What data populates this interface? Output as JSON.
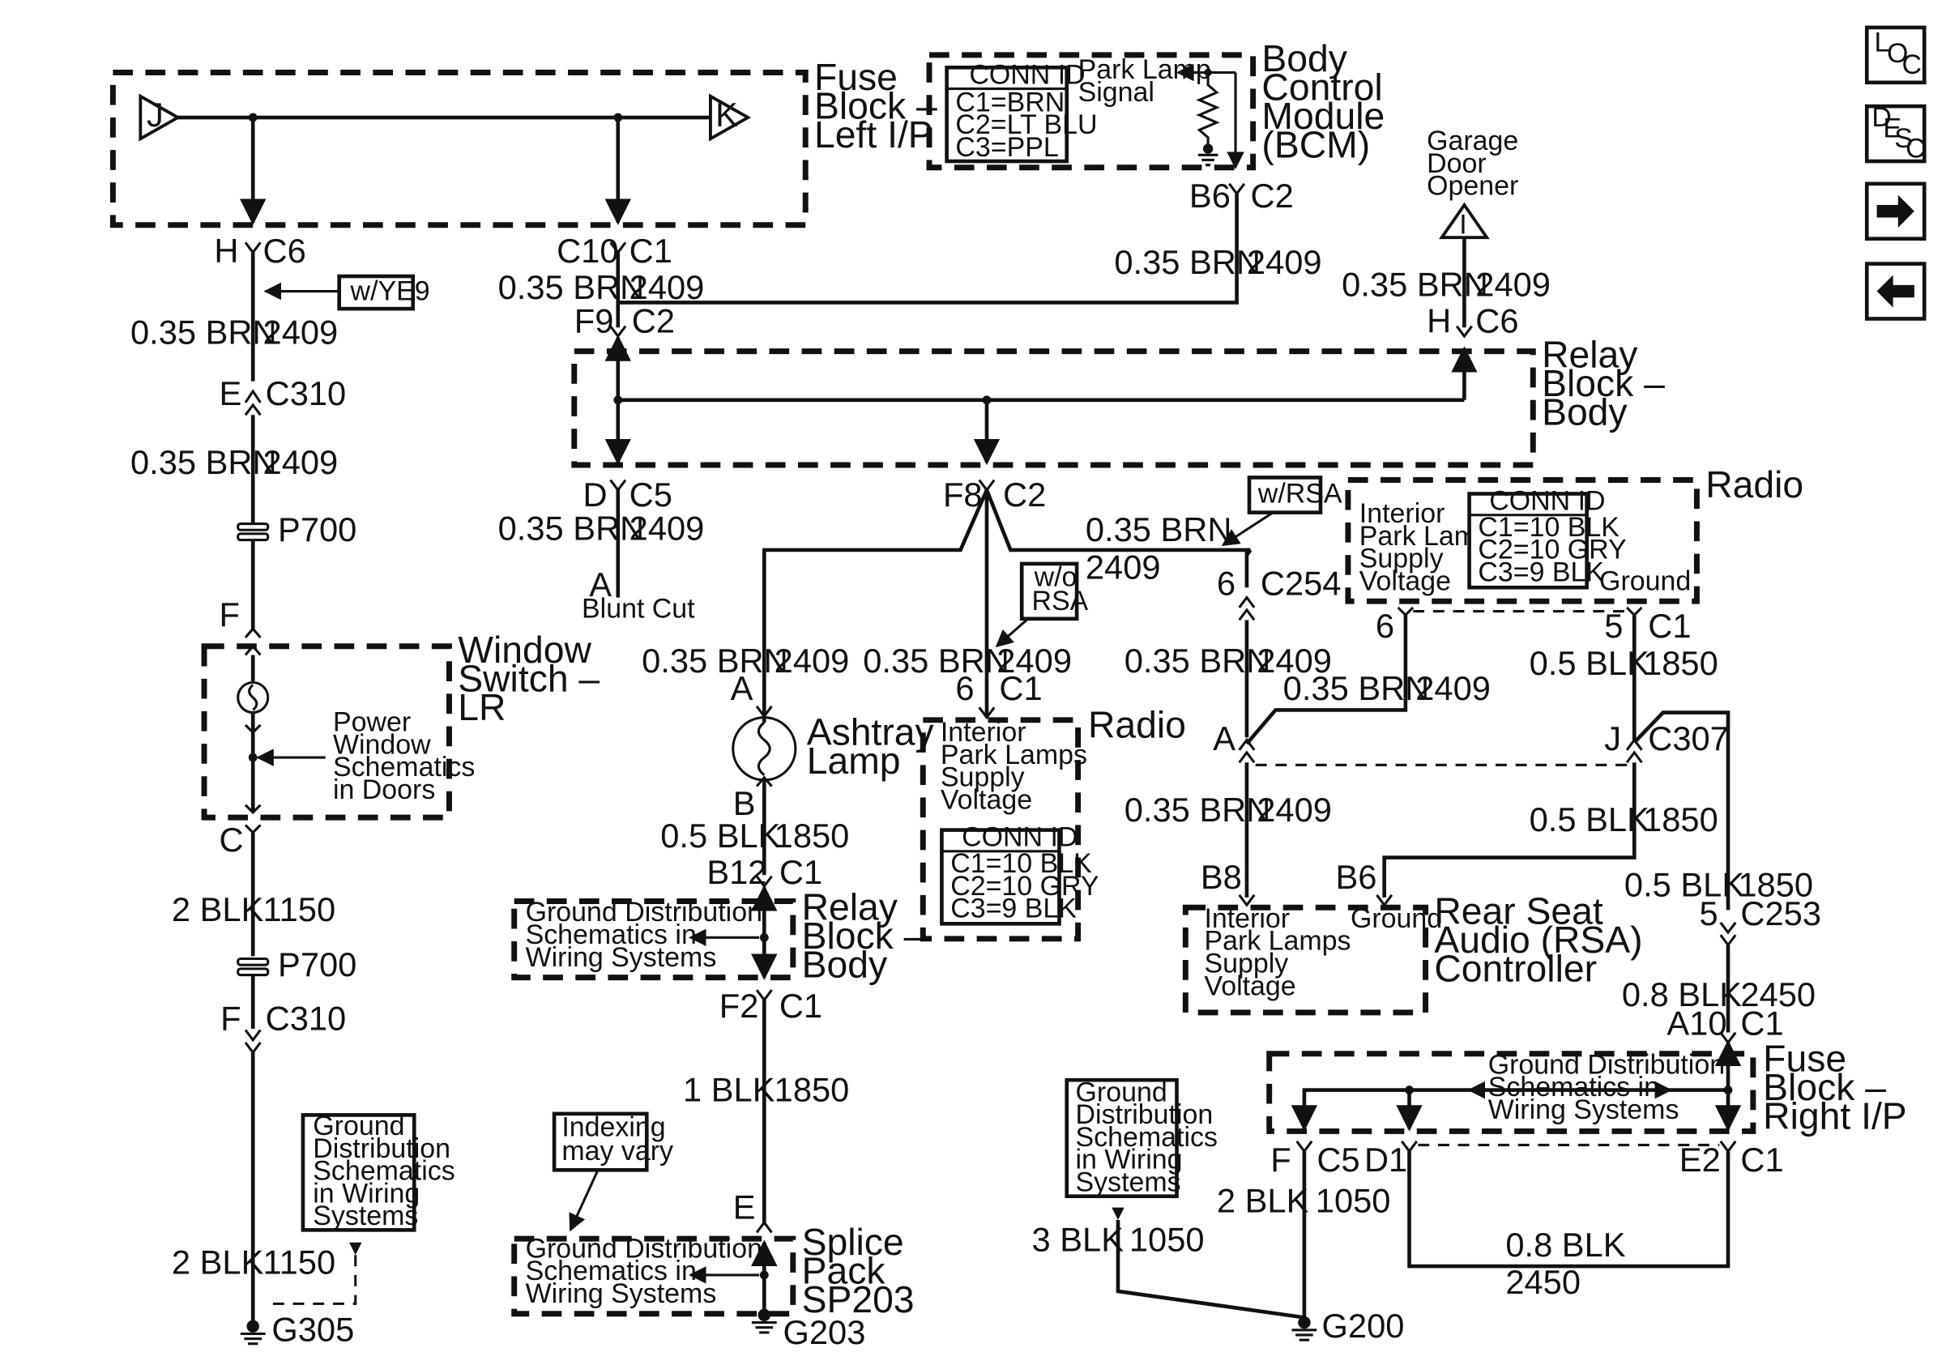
{
  "components": {
    "fuse_block_left": {
      "l1": "Fuse",
      "l2": "Block –",
      "l3": "Left I/P"
    },
    "bcm": {
      "l1": "Body",
      "l2": "Control",
      "l3": "Module",
      "l4": "(BCM)",
      "signal_l1": "Park Lamp",
      "signal_l2": "Signal"
    },
    "bcm_conn": {
      "title": "CONN ID",
      "c1": "C1=BRN",
      "c2": "C2=LT BLU",
      "c3": "C3=PPL"
    },
    "garage_door": {
      "l1": "Garage",
      "l2": "Door",
      "l3": "Opener",
      "symbol": "I"
    },
    "relay_block_top": {
      "l1": "Relay",
      "l2": "Block –",
      "l3": "Body"
    },
    "radio_right": {
      "name": "Radio",
      "l1": "Interior",
      "l2": "Park Lamps",
      "l3": "Supply",
      "l4": "Voltage",
      "ground": "Ground"
    },
    "radio_right_conn": {
      "title": "CONN ID",
      "c1": "C1=10 BLK",
      "c2": "C2=10 GRY",
      "c3": "C3=9 BLK"
    },
    "radio_center": {
      "name": "Radio",
      "l1": "Interior",
      "l2": "Park Lamps",
      "l3": "Supply",
      "l4": "Voltage"
    },
    "radio_center_conn": {
      "title": "CONN ID",
      "c1": "C1=10 BLK",
      "c2": "C2=10 GRY",
      "c3": "C3=9 BLK"
    },
    "window_switch": {
      "l1": "Window",
      "l2": "Switch –",
      "l3": "LR",
      "note1": "Power",
      "note2": "Window",
      "note3": "Schematics",
      "note4": "in Doors"
    },
    "ashtray": {
      "l1": "Ashtray",
      "l2": "Lamp"
    },
    "relay_block_mid": {
      "l1": "Relay",
      "l2": "Block –",
      "l3": "Body",
      "n1": "Ground Distribution",
      "n2": "Schematics in",
      "n3": "Wiring Systems"
    },
    "splice_pack": {
      "l1": "Splice",
      "l2": "Pack",
      "l3": "SP203",
      "n1": "Ground Distribution",
      "n2": "Schematics in",
      "n3": "Wiring Systems"
    },
    "rsa": {
      "l1": "Rear Seat",
      "l2": "Audio (RSA)",
      "l3": "Controller",
      "i1": "Interior",
      "i2": "Park Lamps",
      "i3": "Supply",
      "i4": "Voltage",
      "ground": "Ground"
    },
    "fuse_block_right": {
      "l1": "Fuse",
      "l2": "Block –",
      "l3": "Right I/P",
      "n1": "Ground Distribution",
      "n2": "Schematics in",
      "n3": "Wiring Systems"
    },
    "blunt_cut": {
      "pin": "A",
      "label": "Blunt Cut"
    }
  },
  "notes": {
    "ye9": "w/YE9",
    "rsa_with": "w/RSA",
    "rsa_without_l1": "w/o",
    "rsa_without_l2": "RSA",
    "indexing_l1": "Indexing",
    "indexing_l2": "may vary",
    "gd_left": [
      "Ground",
      "Distribution",
      "Schematics",
      "in Wiring",
      "Systems"
    ],
    "gd_g200": [
      "Ground",
      "Distribution",
      "Schematics",
      "in Wiring",
      "Systems"
    ]
  },
  "grounds": {
    "g305": "G305",
    "g203": "G203",
    "g200": "G200"
  },
  "inline": {
    "p700": "P700"
  },
  "connectors": {
    "j": "J",
    "k": "K",
    "bcm_pin": "B6",
    "bcm_conn": "C2",
    "h_c6_pin": "H",
    "h_c6_conn": "C6",
    "c10_pin": "C10",
    "c1_conn": "C1",
    "f9_pin": "F9",
    "f9_conn": "C2",
    "gd_pin": "H",
    "gd_conn": "C6",
    "e_c310_pin": "E",
    "e_c310_conn": "C310",
    "f_pin": "F",
    "d_pin": "D",
    "d_conn": "C5",
    "f8_pin": "F8",
    "f8_conn": "C2",
    "c254_pin": "6",
    "c254_conn": "C254",
    "radio_r_pin6": "6",
    "radio_r_pin5": "5",
    "radio_r_conn": "C1",
    "ash_a": "A",
    "ash_b": "B",
    "rad_c_pin": "6",
    "rad_c_conn": "C1",
    "a_pin": "A",
    "j_pin": "J",
    "c307": "C307",
    "c_pin": "C",
    "b12_pin": "B12",
    "b12_conn": "C1",
    "b8_pin": "B8",
    "b6_pin": "B6",
    "c253_pin": "5",
    "c253_conn": "C253",
    "f2_pin": "F2",
    "f2_conn": "C1",
    "f_c310_pin": "F",
    "f_c310_conn": "C310",
    "a10_pin": "A10",
    "a10_conn": "C1",
    "e_pin": "E",
    "f_c5_pin": "F",
    "f_c5_conn": "C5",
    "d1_pin": "D1",
    "e2_pin": "E2",
    "e2_conn": "C1"
  },
  "wires": {
    "w1": {
      "g": "0.35 BRN",
      "c": "2409"
    },
    "w2": {
      "g": "0.35 BRN",
      "c": "2409"
    },
    "w3": {
      "g": "0.35 BRN",
      "c": "2409"
    },
    "w4": {
      "g": "0.35 BRN",
      "c": "2409"
    },
    "w5": {
      "g": "0.35 BRN",
      "c": "2409"
    },
    "w6": {
      "g": "0.35 BRN",
      "c": "2409"
    },
    "w7": {
      "g": "0.35 BRN",
      "c": "2409"
    },
    "w8": {
      "g": "0.35 BRN",
      "c": "2409"
    },
    "w9": {
      "g": "0.35 BRN",
      "c": "2409"
    },
    "w10": {
      "g": "0.35 BRN",
      "c": "2409"
    },
    "w11": {
      "g": "0.35 BRN",
      "c": "2409"
    },
    "w12": {
      "g": "0.35 BRN",
      "c": "2409"
    },
    "w13": {
      "g": "0.35 BRN",
      "c": "2409"
    },
    "w14": {
      "g": "0.5 BLK",
      "c": "1850"
    },
    "w15": {
      "g": "0.5 BLK",
      "c": "1850"
    },
    "w16": {
      "g": "0.5 BLK",
      "c": "1850"
    },
    "w17": {
      "g": "0.5 BLK",
      "c": "1850"
    },
    "w18": {
      "g": "2 BLK",
      "c": "1150"
    },
    "w19": {
      "g": "0.8 BLK",
      "c": "2450"
    },
    "w20": {
      "g": "1 BLK",
      "c": "1850"
    },
    "w21": {
      "g": "2 BLK",
      "c": "1050"
    },
    "w22": {
      "g": "3 BLK",
      "c": "1050"
    },
    "w23": {
      "g": "0.8 BLK",
      "c": "2450"
    },
    "w24": {
      "g": "2 BLK",
      "c": "1150"
    }
  },
  "sidebar": {
    "loc": {
      "a": "L",
      "b": "O",
      "c": "C"
    },
    "desc": {
      "a": "D",
      "b": "E",
      "c": "S",
      "d": "C"
    },
    "forward_icon": "arrow-right",
    "back_icon": "arrow-left"
  }
}
